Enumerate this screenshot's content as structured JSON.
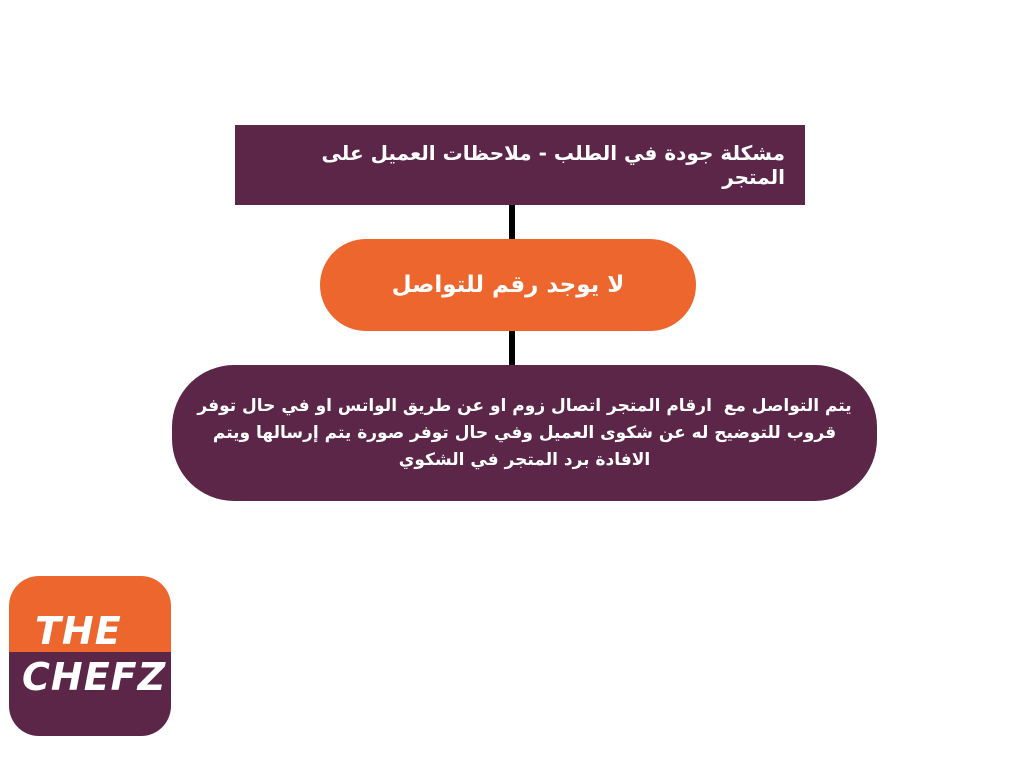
{
  "colors": {
    "purple": "#5C2649",
    "orange": "#EC662E",
    "connector": "#000000",
    "text": "#FFFFFF"
  },
  "flowchart": {
    "title_box": "مشكلة جودة في الطلب - ملاحظات العميل على المتجر",
    "step_condition": "لا يوجد رقم للتواصل",
    "step_action_lines": [
      "يتم التواصل مع  ارقام المتجر اتصال زوم او عن طريق الواتس او في حال توفر",
      "قروب للتوضيح له عن شكوى العميل وفي حال توفر صورة يتم إرسالها ويتم",
      "الافادة برد المتجر في الشكوي"
    ]
  },
  "logo": {
    "line1": "THE",
    "line2": "CHEFZ"
  }
}
